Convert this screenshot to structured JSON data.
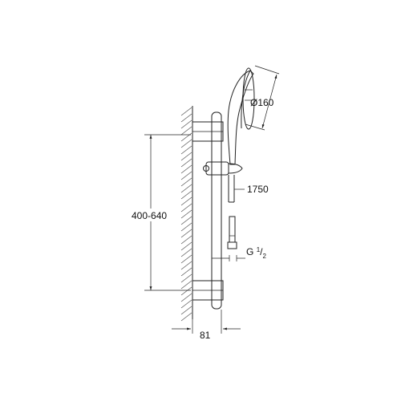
{
  "dimensions": {
    "diameter": "Ø160",
    "hose_length": "1750",
    "rail_range": "400-640",
    "depth": "81",
    "thread": {
      "letter": "G",
      "num": "1",
      "slash": "/",
      "den": "2"
    }
  }
}
